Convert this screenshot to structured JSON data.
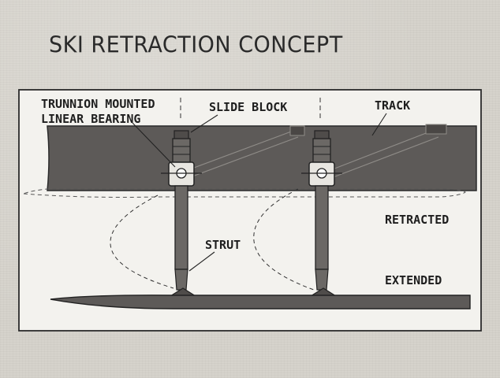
{
  "title": "SKI RETRACTION CONCEPT",
  "labels": {
    "trunnion_line1": "TRUNNION MOUNTED",
    "trunnion_line2": "LINEAR BEARING",
    "slide_block": "SLIDE BLOCK",
    "track": "TRACK",
    "retracted": "RETRACTED",
    "strut": "STRUT",
    "extended": "EXTENDED"
  },
  "colors": {
    "ink": "#2a2a2a",
    "beam_fill": "#5d5a58",
    "paper": "#d6d3cc",
    "frame_fill": "#f3f2ee"
  }
}
